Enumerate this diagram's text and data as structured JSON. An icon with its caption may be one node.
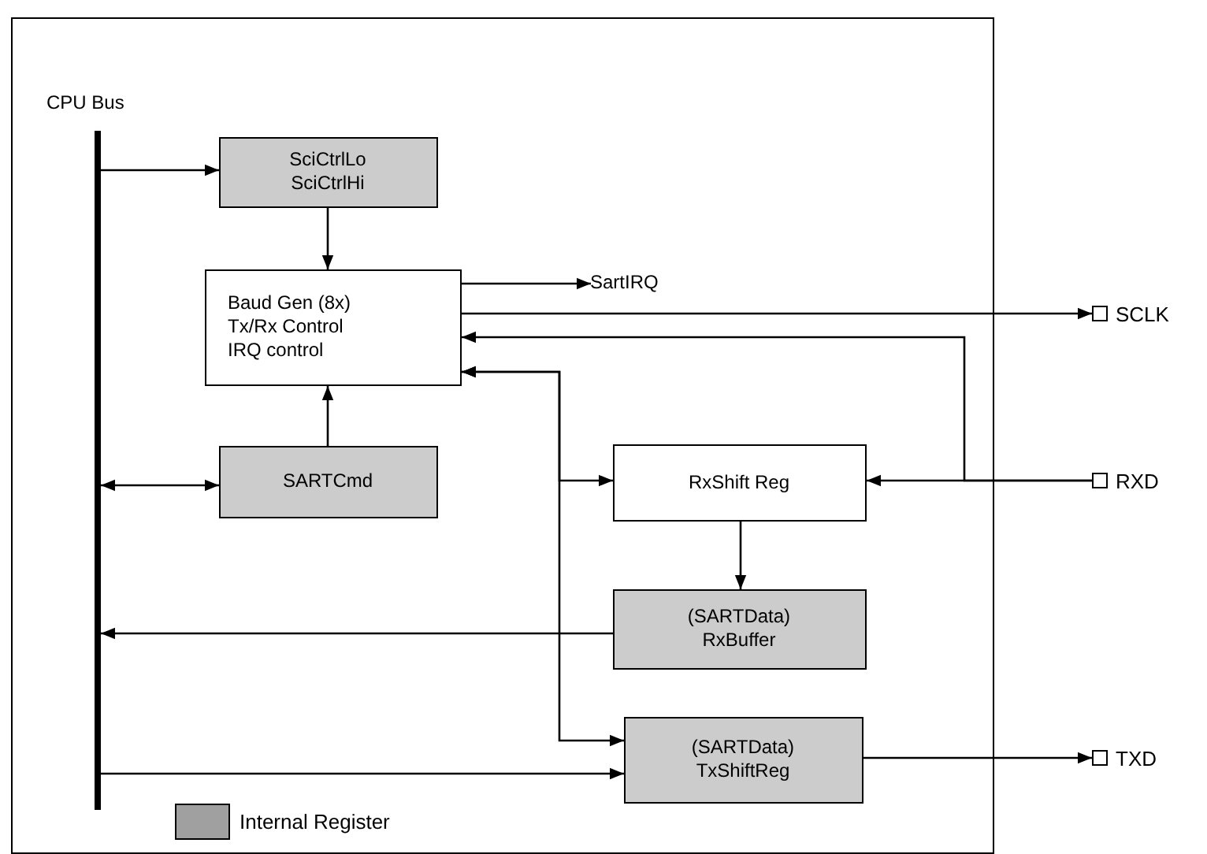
{
  "diagram": {
    "nodes": [
      {
        "text": [],
        "shape": "box"
      },
      {
        "text": [
          "CPU Bus"
        ],
        "in": 0
      },
      {
        "text": [
          "SciCtrlLo",
          "SciCtrlHi"
        ],
        "in": 0
      },
      {
        "text": [
          "Baud Gen (8x)",
          "Tx/Rx Control",
          "IRQ control"
        ],
        "in": 0
      },
      {
        "text": [
          "SartIRQ"
        ],
        "in": 0
      },
      {
        "text": [
          "SCLK"
        ]
      },
      {
        "text": [
          "SARTCmd"
        ],
        "in": 0
      },
      {
        "text": [
          "RxShift Reg"
        ],
        "in": 0
      },
      {
        "text": [
          "RXD"
        ]
      },
      {
        "text": [
          "(SARTData)",
          "RxBuffer"
        ],
        "in": 0
      },
      {
        "text": [
          "(SARTData)",
          "TxShiftReg"
        ],
        "in": 0
      },
      {
        "text": [
          "TXD"
        ]
      }
    ],
    "edges": [
      {
        "from": 1,
        "to": 2,
        "arrow": "to"
      },
      {
        "from": 2,
        "to": 3,
        "arrow": "to"
      },
      {
        "from": 3,
        "to": 4,
        "arrow": "to"
      },
      {
        "from": 3,
        "to": 5,
        "arrow": "to"
      },
      {
        "from": 8,
        "to": 7,
        "arrow": "to"
      },
      {
        "from": 8,
        "to": 3,
        "arrow": "to"
      },
      {
        "from": 6,
        "to": 3,
        "arrow": "to"
      },
      {
        "from": 1,
        "to": 6,
        "arrow": "both"
      },
      {
        "from": 9,
        "to": 1,
        "arrow": "to"
      },
      {
        "from": 1,
        "to": 10,
        "arrow": "to"
      },
      {
        "from": 3,
        "to": 7,
        "arrow": "both"
      },
      {
        "from": 3,
        "to": 10,
        "arrow": "both"
      },
      {
        "from": 7,
        "to": 9,
        "arrow": "to"
      },
      {
        "from": 10,
        "to": 11,
        "arrow": "to"
      }
    ],
    "legend": [
      {
        "text": "Internal Register",
        "color": "#a0a0a0"
      }
    ]
  }
}
